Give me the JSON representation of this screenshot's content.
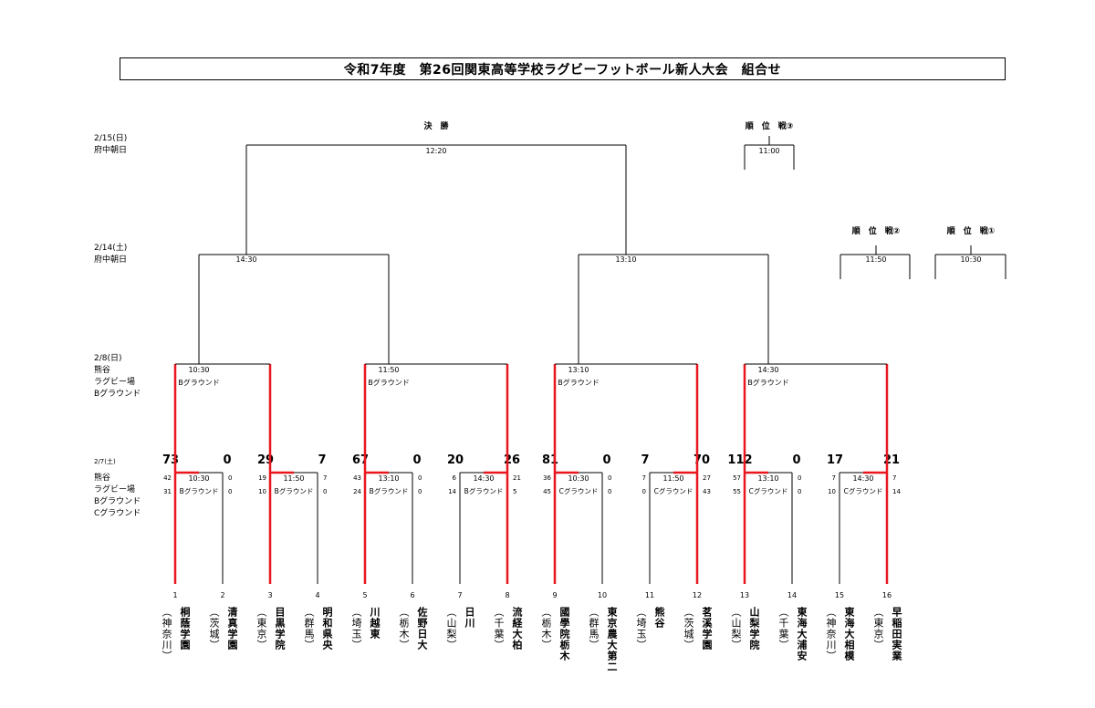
{
  "title": "令和7年度　第26回関東高等学校ラグビーフットボール新人大会　組合せ",
  "colors": {
    "line": "#000000",
    "winner": "#e8161f"
  },
  "dates": {
    "final": [
      "2/15(日)",
      "府中朝日"
    ],
    "semi": [
      "2/14(土)",
      "府中朝日"
    ],
    "quarter": [
      "2/8(日)",
      "熊谷",
      "ラグビー場",
      "Bグラウンド"
    ],
    "first": [
      "2/7(土)"
    ],
    "first_venue": [
      "熊谷",
      "ラグビー場",
      "Bグラウンド",
      "Cグラウンド"
    ]
  },
  "final": {
    "label": "決　勝",
    "time": "12:20"
  },
  "placement": [
    {
      "label": "順　位　戦③",
      "time": "11:00"
    },
    {
      "label": "順　位　戦②",
      "time": "11:50"
    },
    {
      "label": "順　位　戦①",
      "time": "10:30"
    }
  ],
  "semifinals": [
    {
      "time": "14:30"
    },
    {
      "time": "13:10"
    }
  ],
  "quarterfinals": [
    {
      "time": "10:30",
      "ground": "Bグラウンド"
    },
    {
      "time": "11:50",
      "ground": "Bグラウンド"
    },
    {
      "time": "13:10",
      "ground": "Bグラウンド"
    },
    {
      "time": "14:30",
      "ground": "Bグラウンド"
    }
  ],
  "first_round": [
    {
      "time": "10:30",
      "ground": "Bグラウンド",
      "score_left": "73",
      "score_right": "0",
      "half1_left": "42",
      "half1_right": "0",
      "half2_left": "31",
      "half2_right": "0"
    },
    {
      "time": "11:50",
      "ground": "Bグラウンド",
      "score_left": "29",
      "score_right": "7",
      "half1_left": "19",
      "half1_right": "7",
      "half2_left": "10",
      "half2_right": "0"
    },
    {
      "time": "13:10",
      "ground": "Bグラウンド",
      "score_left": "67",
      "score_right": "0",
      "half1_left": "43",
      "half1_right": "0",
      "half2_left": "24",
      "half2_right": "0"
    },
    {
      "time": "14:30",
      "ground": "Bグラウンド",
      "score_left": "20",
      "score_right": "26",
      "half1_left": "6",
      "half1_right": "21",
      "half2_left": "14",
      "half2_right": "5"
    },
    {
      "time": "10:30",
      "ground": "Cグラウンド",
      "score_left": "81",
      "score_right": "0",
      "half1_left": "36",
      "half1_right": "0",
      "half2_left": "45",
      "half2_right": "0"
    },
    {
      "time": "11:50",
      "ground": "Cグラウンド",
      "score_left": "7",
      "score_right": "70",
      "half1_left": "7",
      "half1_right": "27",
      "half2_left": "0",
      "half2_right": "43"
    },
    {
      "time": "13:10",
      "ground": "Cグラウンド",
      "score_left": "112",
      "score_right": "0",
      "half1_left": "57",
      "half1_right": "0",
      "half2_left": "55",
      "half2_right": "0"
    },
    {
      "time": "14:30",
      "ground": "Cグラウンド",
      "score_left": "17",
      "score_right": "21",
      "half1_left": "7",
      "half1_right": "7",
      "half2_left": "10",
      "half2_right": "14"
    }
  ],
  "teams": [
    {
      "num": "1",
      "name": "桐蔭学園",
      "pref": "（神奈川）"
    },
    {
      "num": "2",
      "name": "清真学園",
      "pref": "（茨城）"
    },
    {
      "num": "3",
      "name": "目黒学院",
      "pref": "（東京）"
    },
    {
      "num": "4",
      "name": "明和県央",
      "pref": "（群馬）"
    },
    {
      "num": "5",
      "name": "川越東",
      "pref": "（埼玉）"
    },
    {
      "num": "6",
      "name": "佐野日大",
      "pref": "（栃木）"
    },
    {
      "num": "7",
      "name": "日川",
      "pref": "（山梨）"
    },
    {
      "num": "8",
      "name": "流経大柏",
      "pref": "（千葉）"
    },
    {
      "num": "9",
      "name": "國學院栃木",
      "pref": "（栃木）"
    },
    {
      "num": "10",
      "name": "東京農大第二",
      "pref": "（群馬）"
    },
    {
      "num": "11",
      "name": "熊谷",
      "pref": "（埼玉）"
    },
    {
      "num": "12",
      "name": "茗溪学園",
      "pref": "（茨城）"
    },
    {
      "num": "13",
      "name": "山梨学院",
      "pref": "（山梨）"
    },
    {
      "num": "14",
      "name": "東海大浦安",
      "pref": "（千葉）"
    },
    {
      "num": "15",
      "name": "東海大相模",
      "pref": "（神奈川）"
    },
    {
      "num": "16",
      "name": "早稲田実業",
      "pref": "（東京）"
    }
  ]
}
